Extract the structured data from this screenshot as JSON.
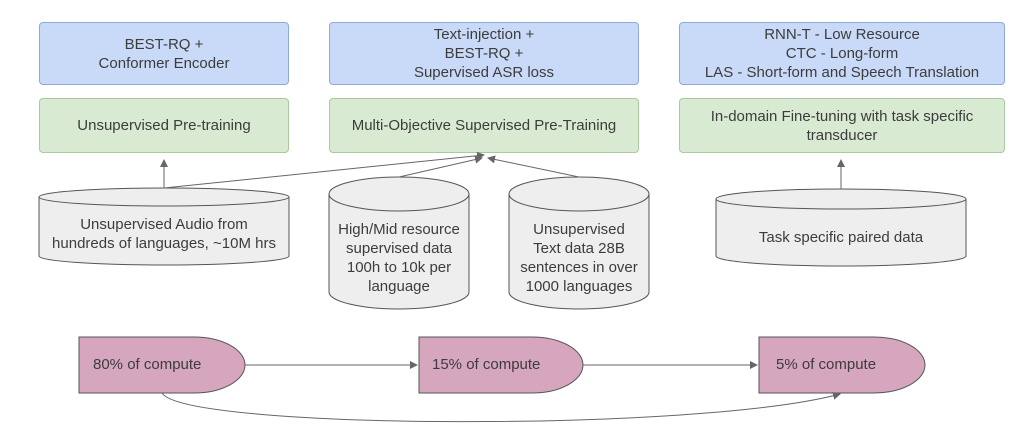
{
  "top_boxes": [
    [
      "BEST-RQ +",
      "Conformer Encoder"
    ],
    [
      "Text-injection +",
      "BEST-RQ +",
      "Supervised ASR loss"
    ],
    [
      "RNN-T - Low Resource",
      "CTC - Long-form",
      "LAS - Short-form and Speech Translation"
    ]
  ],
  "stage_boxes": [
    [
      "Unsupervised Pre-training"
    ],
    [
      "Multi-Objective Supervised Pre-Training"
    ],
    [
      "In-domain Fine-tuning with task specific",
      "transducer"
    ]
  ],
  "data_sources": [
    [
      "Unsupervised Audio from",
      "hundreds of languages, ~10M hrs"
    ],
    [
      "High/Mid resource",
      "supervised data",
      "100h to 10k per",
      "language"
    ],
    [
      "Unsupervised",
      "Text data 28B",
      "sentences in over",
      "1000 languages"
    ],
    [
      "Task specific paired data"
    ]
  ],
  "compute": [
    "80% of compute",
    "15% of compute",
    "5% of compute"
  ],
  "colors": {
    "blue_fill": "#c9daf8",
    "green_fill": "#d9ead3",
    "cylinder_fill": "#eeeeee",
    "compute_fill": "#d5a6bd",
    "arrow": "#666666"
  }
}
